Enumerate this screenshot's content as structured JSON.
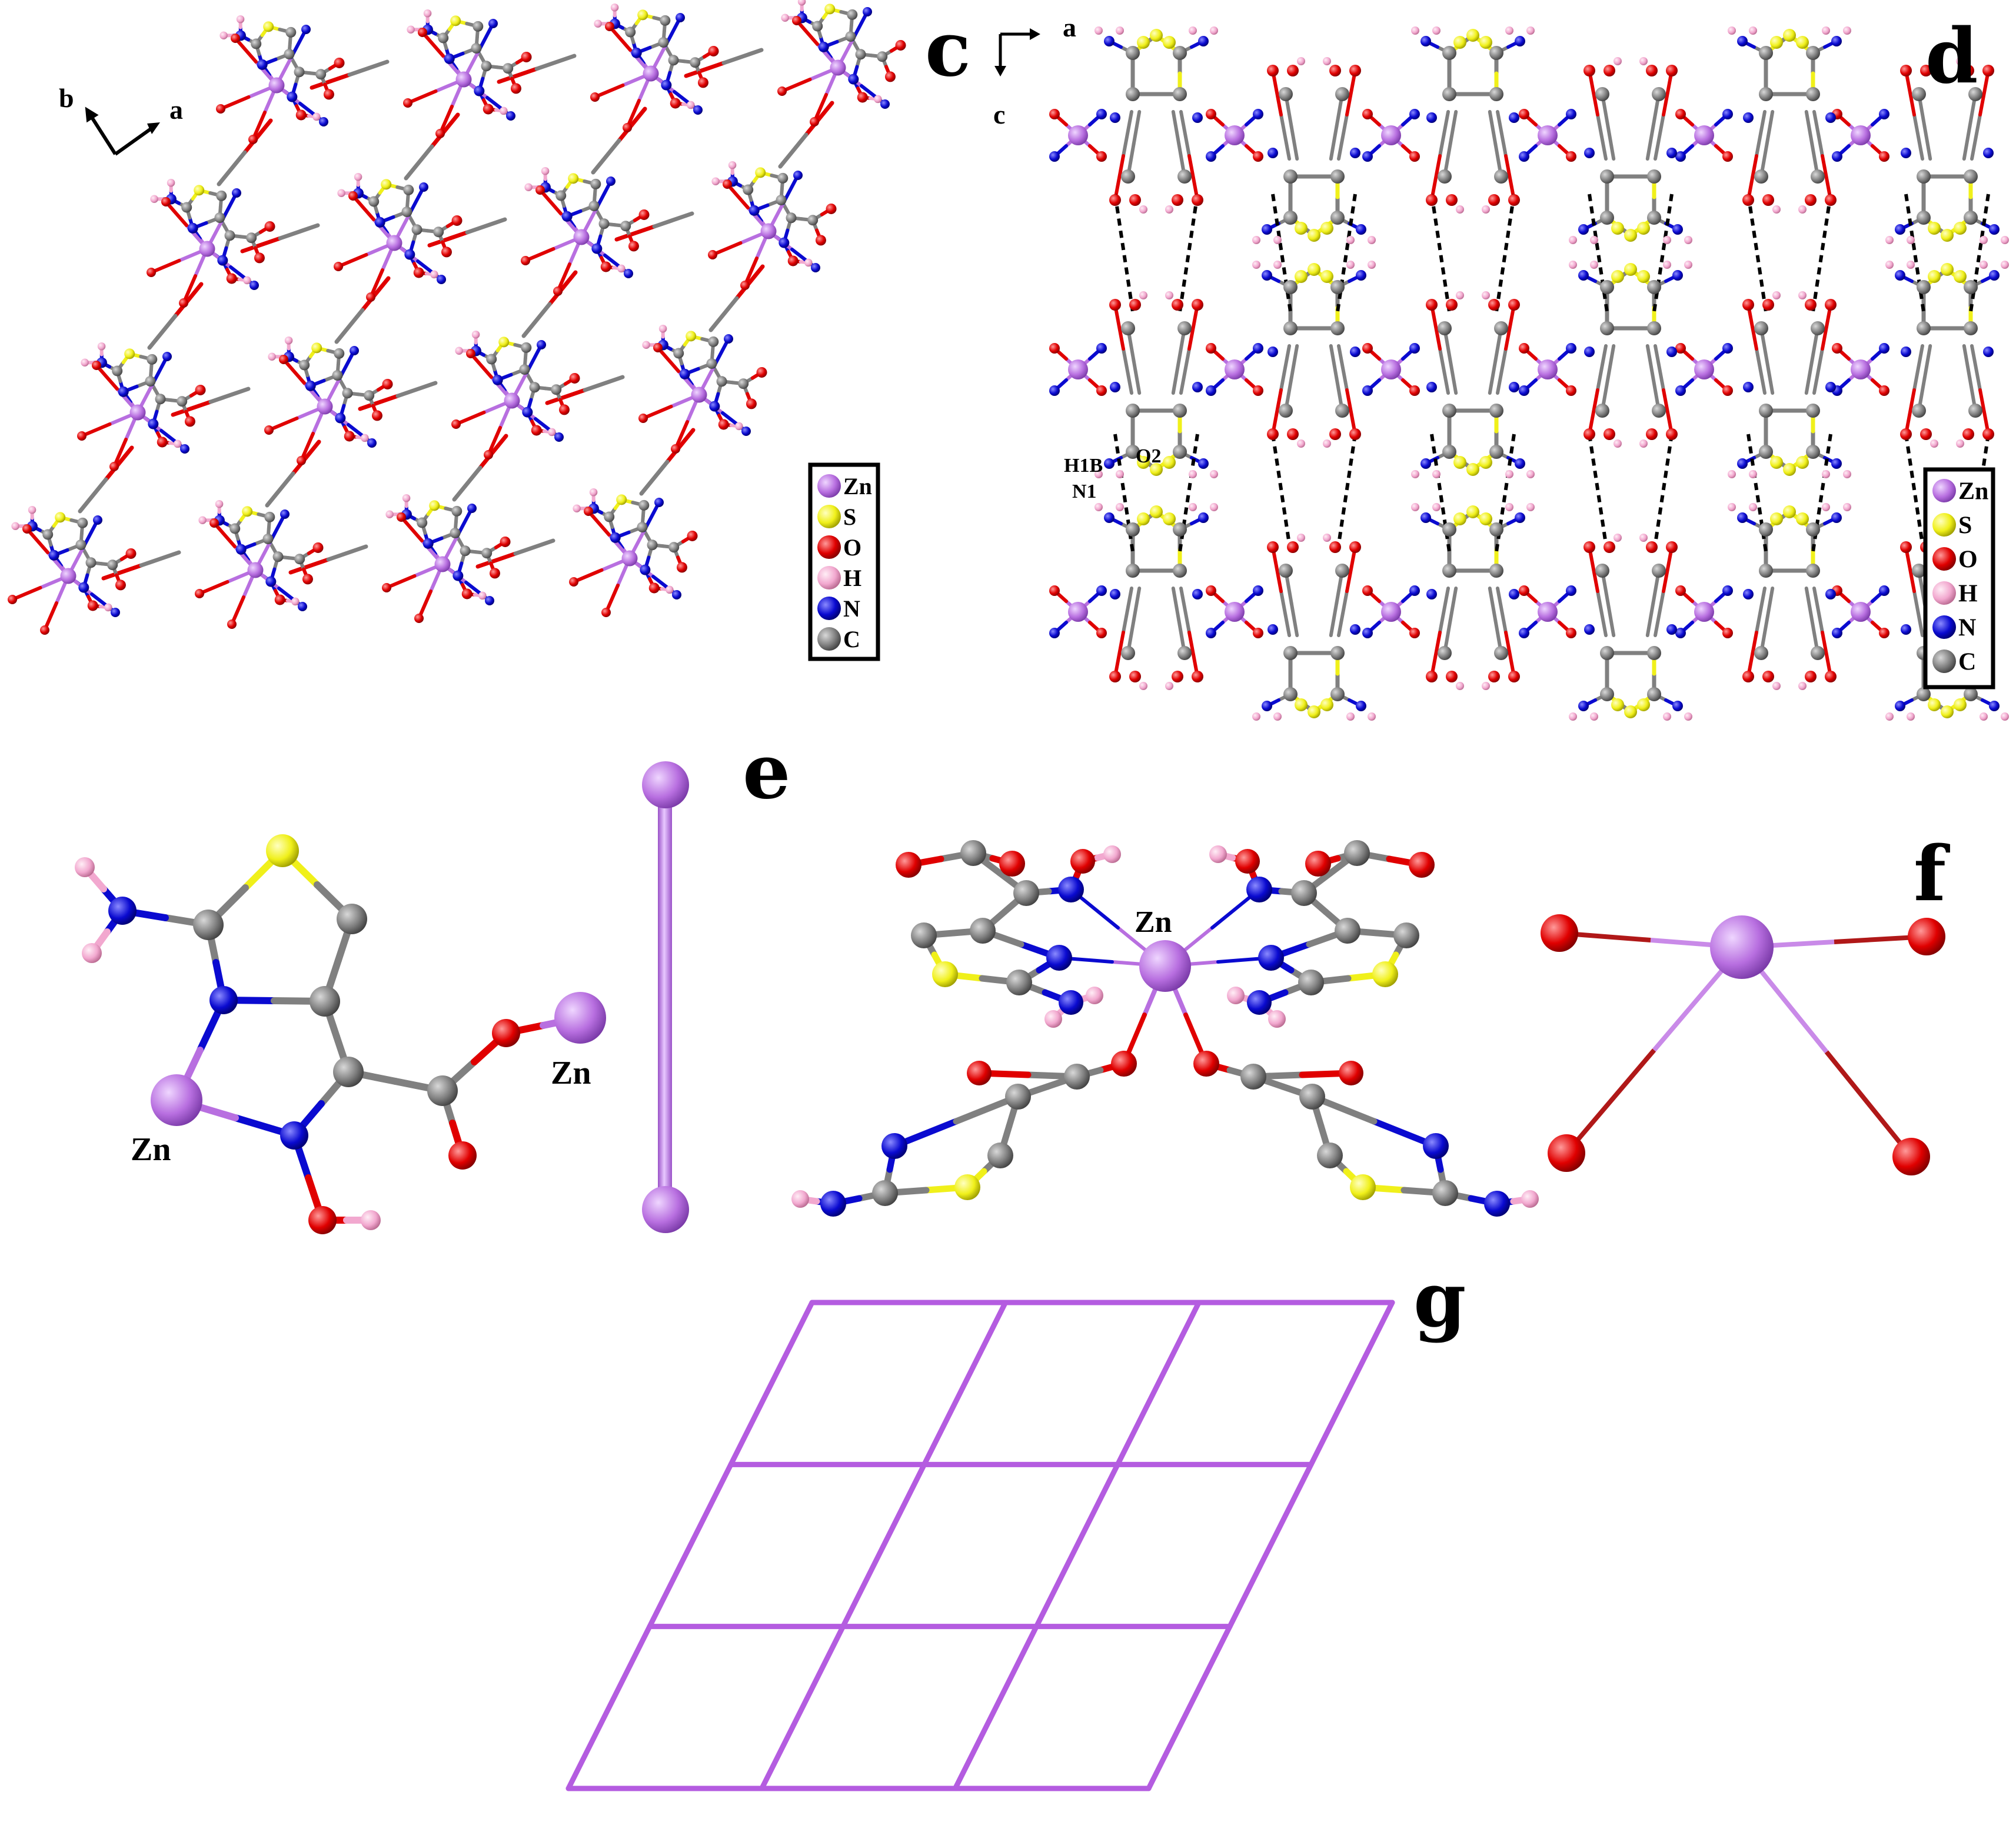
{
  "colors": {
    "Zn": "#b86fe0",
    "S": "#f0f01a",
    "O": "#e00000",
    "H": "#f2a8cf",
    "N": "#0a0ad0",
    "C": "#808080",
    "net": "#b45ce0",
    "hbond": "#000000"
  },
  "icons": [
    "coordinate-axes-icon",
    "atom-sphere-icon",
    "bond-stick-icon",
    "hydrogen-bond-icon"
  ],
  "panels": {
    "c": {
      "label": "c",
      "axes": {
        "up": "b",
        "right": "a"
      }
    },
    "d": {
      "label": "d",
      "axes": {
        "right": "a",
        "down": "c"
      },
      "hbond_labels": [
        "H1B",
        "N1",
        "O2"
      ]
    },
    "e": {
      "label": "e",
      "atom_labels": [
        "Zn",
        "Zn",
        "Zn"
      ]
    },
    "f": {
      "label": "f"
    },
    "g": {
      "label": "g"
    }
  },
  "legend": [
    {
      "symbol": "Zn",
      "key": "Zn"
    },
    {
      "symbol": "S",
      "key": "S"
    },
    {
      "symbol": "O",
      "key": "O"
    },
    {
      "symbol": "H",
      "key": "H"
    },
    {
      "symbol": "N",
      "key": "N"
    },
    {
      "symbol": "C",
      "key": "C"
    }
  ]
}
